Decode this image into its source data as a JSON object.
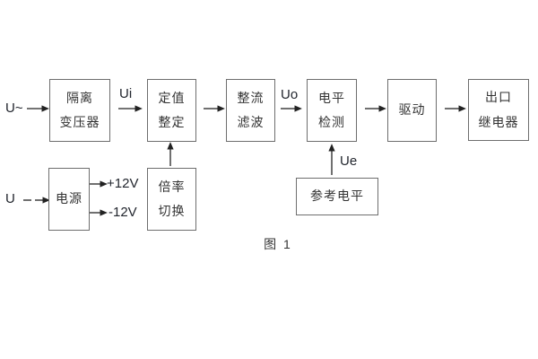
{
  "diagram": {
    "caption": "图 1",
    "inputs": {
      "ac_label": "U~",
      "dc_label": "U"
    },
    "signals": {
      "ui": "Ui",
      "uo": "Uo",
      "ue": "Ue",
      "plus12": "+12V",
      "minus12": "-12V"
    },
    "blocks": {
      "isolation_transformer": {
        "line1": "隔离",
        "line2": "变压器"
      },
      "setpoint_adjust": {
        "line1": "定值",
        "line2": "整定"
      },
      "rectifier_filter": {
        "line1": "整流",
        "line2": "滤波"
      },
      "level_detect": {
        "line1": "电平",
        "line2": "检测"
      },
      "driver": {
        "line1": "驱动"
      },
      "output_relay": {
        "line1": "出口",
        "line2": "继电器"
      },
      "power_supply": {
        "line1": "电源"
      },
      "ratio_switch": {
        "line1": "倍率",
        "line2": "切换"
      },
      "reference_level": {
        "line1": "参考电平"
      }
    },
    "colors": {
      "background": "#ffffff",
      "box_border": "#6e6e6e",
      "text": "#333333",
      "arrow": "#222222"
    }
  }
}
